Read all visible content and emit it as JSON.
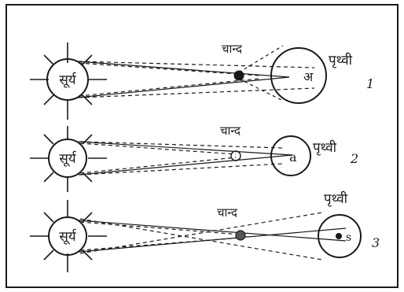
{
  "diagram": {
    "labels": {
      "sun": "सूर्य",
      "moon": "चान्द",
      "earth": "पृथ्वी"
    },
    "panels": [
      {
        "point_label": "अ",
        "index": "1"
      },
      {
        "point_label": "a",
        "index": "2"
      },
      {
        "point_label": "s",
        "index": "3"
      }
    ]
  }
}
